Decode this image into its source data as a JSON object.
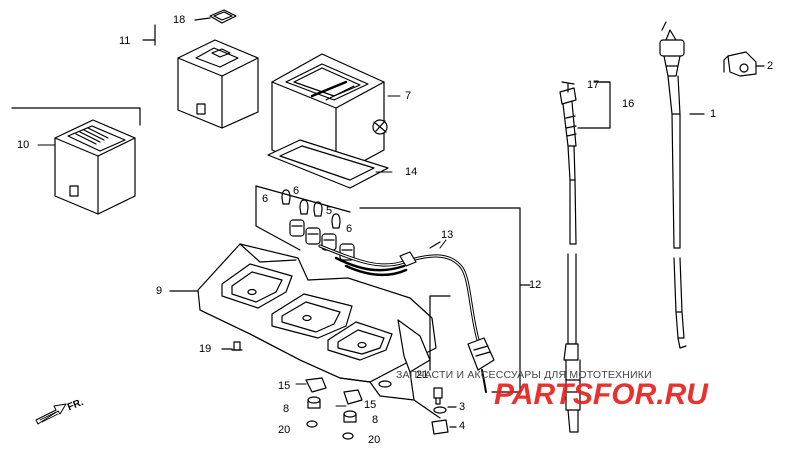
{
  "diagram": {
    "labels": [
      {
        "id": "18",
        "text": "18"
      },
      {
        "id": "11",
        "text": "11"
      },
      {
        "id": "10",
        "text": "10"
      },
      {
        "id": "7",
        "text": "7"
      },
      {
        "id": "14",
        "text": "14"
      },
      {
        "id": "9",
        "text": "9"
      },
      {
        "id": "6a",
        "text": "6"
      },
      {
        "id": "6b",
        "text": "6"
      },
      {
        "id": "5",
        "text": "5"
      },
      {
        "id": "6c",
        "text": "6"
      },
      {
        "id": "13",
        "text": "13"
      },
      {
        "id": "12",
        "text": "12"
      },
      {
        "id": "17",
        "text": "17"
      },
      {
        "id": "16",
        "text": "16"
      },
      {
        "id": "1",
        "text": "1"
      },
      {
        "id": "2",
        "text": "2"
      },
      {
        "id": "19",
        "text": "19"
      },
      {
        "id": "21",
        "text": "21"
      },
      {
        "id": "15a",
        "text": "15"
      },
      {
        "id": "15b",
        "text": "15"
      },
      {
        "id": "8a",
        "text": "8"
      },
      {
        "id": "8b",
        "text": "8"
      },
      {
        "id": "20a",
        "text": "20"
      },
      {
        "id": "20b",
        "text": "20"
      },
      {
        "id": "3",
        "text": "3"
      },
      {
        "id": "4",
        "text": "4"
      }
    ],
    "direction_label": "FR.",
    "watermark": {
      "caption": "ЗАПЧАСТИ И АКСЕССУАРЫ ДЛЯ МОТОТЕХНИКИ",
      "logo": "PARTSFOR.RU"
    }
  },
  "colors": {
    "line": "#000000",
    "background": "#ffffff",
    "watermark_logo": "#e8201c"
  }
}
